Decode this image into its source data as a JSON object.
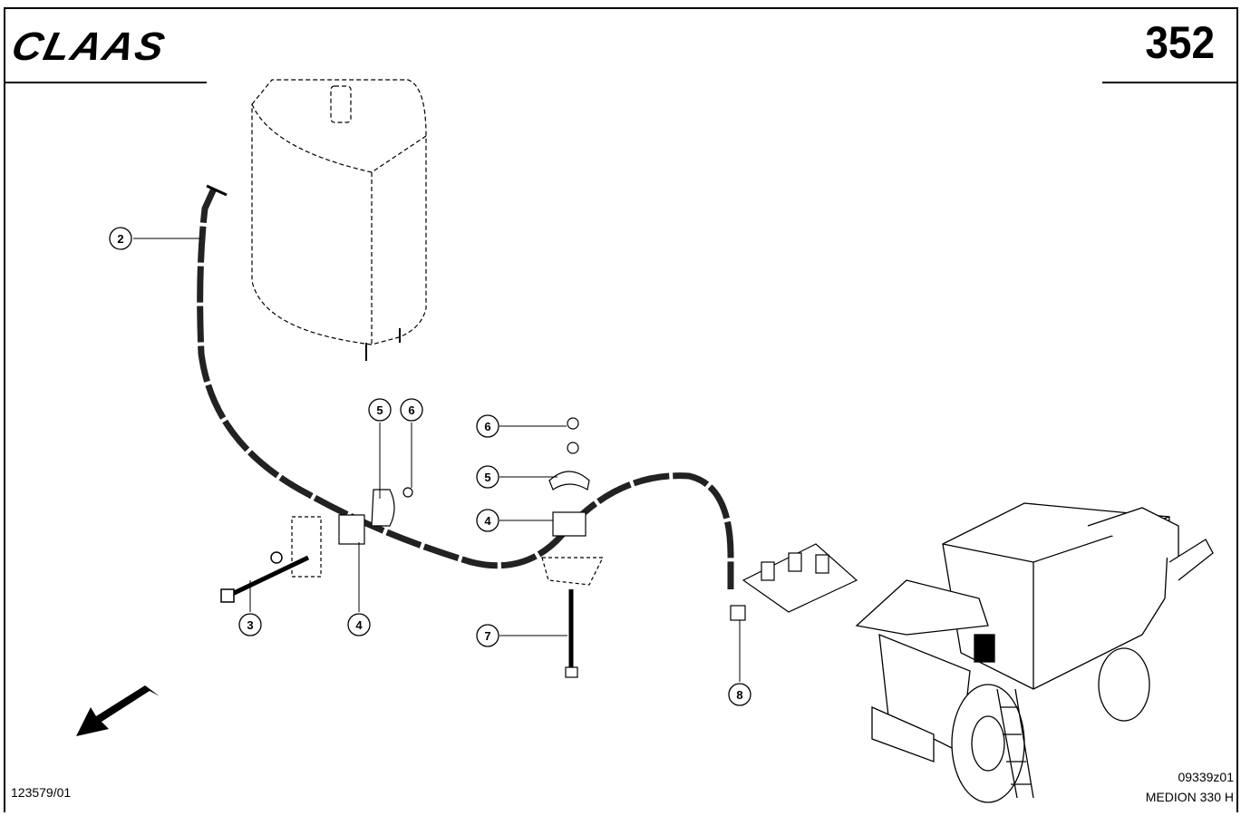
{
  "header": {
    "brand": "CLAAS",
    "page_number": "352"
  },
  "callouts": [
    {
      "label": "2"
    },
    {
      "label": "5"
    },
    {
      "label": "6"
    },
    {
      "label": "6"
    },
    {
      "label": "5"
    },
    {
      "label": "4"
    },
    {
      "label": "3"
    },
    {
      "label": "4"
    },
    {
      "label": "7"
    },
    {
      "label": "8"
    }
  ],
  "footer": {
    "drawing_number": "123579/01",
    "figure_code": "09339z01",
    "model": "MEDION 330 H"
  }
}
